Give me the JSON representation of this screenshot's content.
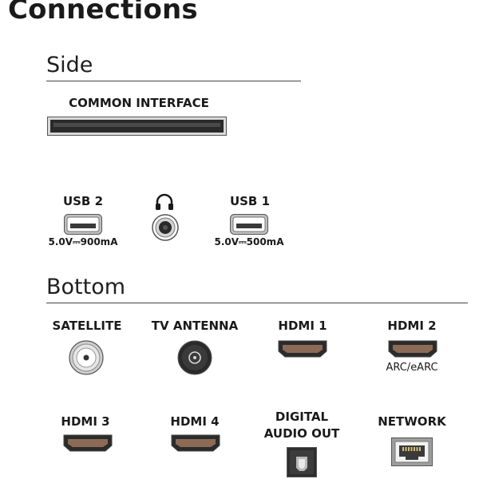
{
  "title": "Connections",
  "side": {
    "heading": "Side",
    "common_interface": {
      "label": "COMMON INTERFACE"
    },
    "usb2": {
      "label": "USB 2",
      "rating": "5.0V⎓900mA"
    },
    "headphone": {
      "icon": "headphones-icon"
    },
    "usb1": {
      "label": "USB 1",
      "rating": "5.0V⎓500mA"
    }
  },
  "bottom": {
    "heading": "Bottom",
    "satellite": {
      "label": "SATELLITE"
    },
    "tv_antenna": {
      "label": "TV ANTENNA"
    },
    "hdmi1": {
      "label": "HDMI 1"
    },
    "hdmi2": {
      "label": "HDMI 2",
      "note": "ARC/eARC"
    },
    "hdmi3": {
      "label": "HDMI 3"
    },
    "hdmi4": {
      "label": "HDMI 4"
    },
    "digital_audio_out": {
      "label_line1": "DIGITAL",
      "label_line2": "AUDIO OUT"
    },
    "network": {
      "label": "NETWORK"
    }
  },
  "colors": {
    "port_dark": "#2b2b2b",
    "port_grey": "#8a8a8a",
    "rule": "#444444"
  }
}
